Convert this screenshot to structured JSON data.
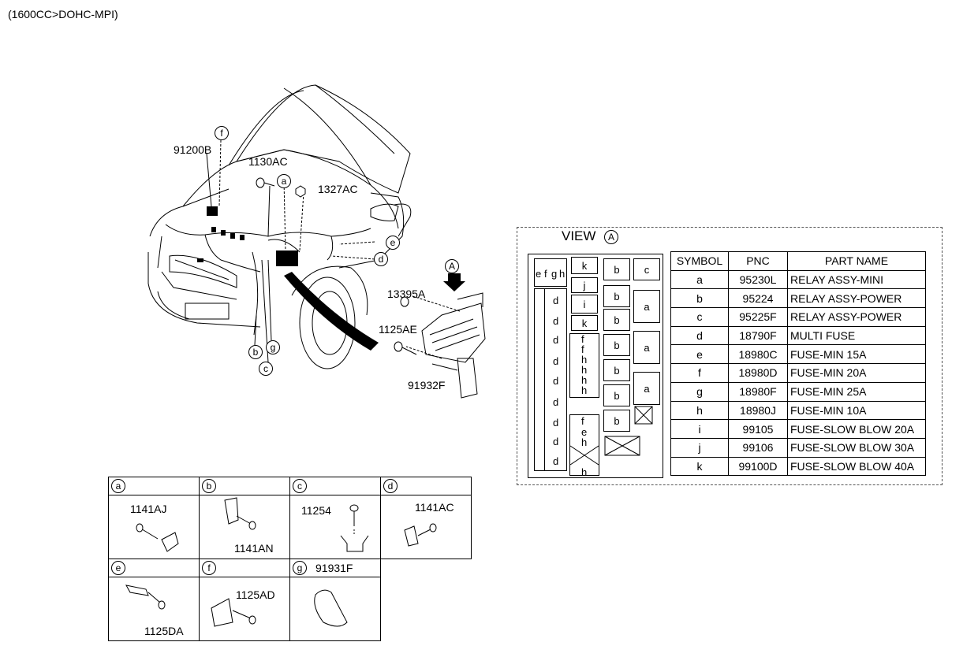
{
  "header": "(1600CC>DOHC-MPI)",
  "main_labels": {
    "p91200B": "91200B",
    "p1130AC": "1130AC",
    "p1327AC": "1327AC",
    "p13395A": "13395A",
    "p1125AE": "1125AE",
    "p91932F": "91932F"
  },
  "callouts": {
    "f": "f",
    "a": "a",
    "e": "e",
    "d": "d",
    "b": "b",
    "g": "g",
    "c": "c",
    "A": "A"
  },
  "view": {
    "title": "VIEW",
    "letter": "A",
    "fuses": {
      "e": "e",
      "f": "f",
      "g": "g",
      "h": "h",
      "d": "d",
      "k": "k",
      "j": "j",
      "i": "i",
      "b": "b",
      "c": "c",
      "a": "a"
    }
  },
  "table": {
    "headers": [
      "SYMBOL",
      "PNC",
      "PART NAME"
    ],
    "rows": [
      [
        "a",
        "95230L",
        "RELAY ASSY-MINI"
      ],
      [
        "b",
        "95224",
        "RELAY ASSY-POWER"
      ],
      [
        "c",
        "95225F",
        "RELAY ASSY-POWER"
      ],
      [
        "d",
        "18790F",
        "MULTI FUSE"
      ],
      [
        "e",
        "18980C",
        "FUSE-MIN 15A"
      ],
      [
        "f",
        "18980D",
        "FUSE-MIN 20A"
      ],
      [
        "g",
        "18980F",
        "FUSE-MIN 25A"
      ],
      [
        "h",
        "18980J",
        "FUSE-MIN 10A"
      ],
      [
        "i",
        "99105",
        "FUSE-SLOW BLOW 20A"
      ],
      [
        "j",
        "99106",
        "FUSE-SLOW BLOW 30A"
      ],
      [
        "k",
        "99100D",
        "FUSE-SLOW BLOW 40A"
      ]
    ]
  },
  "grid": {
    "a": {
      "letter": "a",
      "part": "1141AJ"
    },
    "b": {
      "letter": "b",
      "part": "1141AN"
    },
    "c": {
      "letter": "c",
      "part": "11254"
    },
    "d": {
      "letter": "d",
      "part": "1141AC"
    },
    "e": {
      "letter": "e",
      "part": "1125DA"
    },
    "f": {
      "letter": "f",
      "part": "1125AD"
    },
    "g": {
      "letter": "g",
      "part": "91931F"
    }
  }
}
